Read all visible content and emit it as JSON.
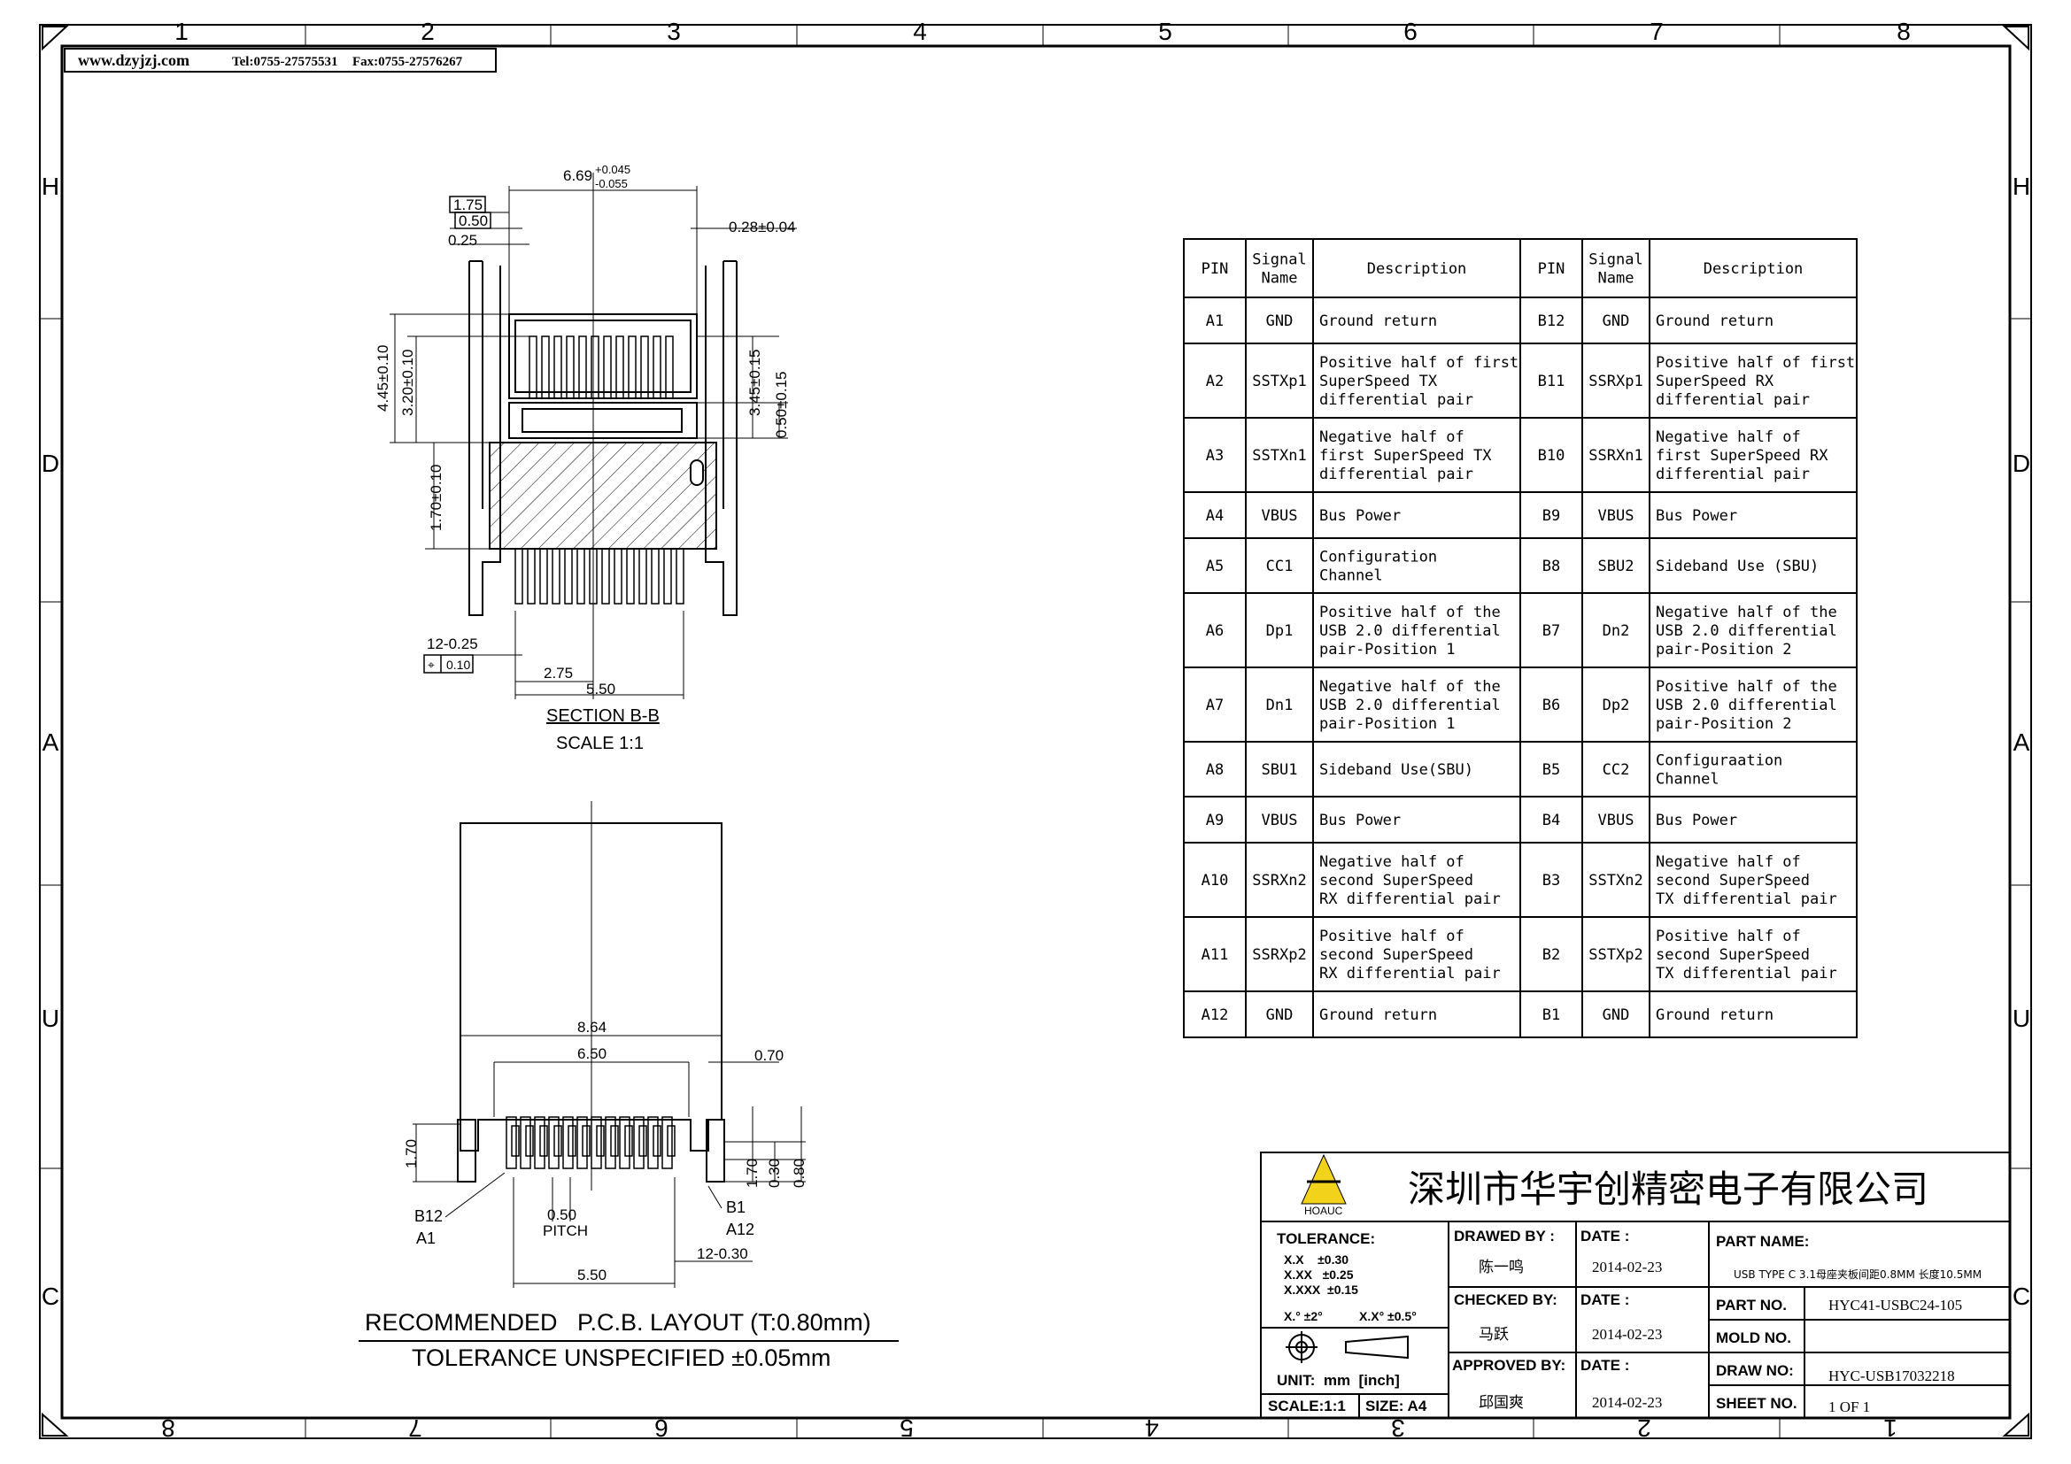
{
  "header": {
    "website": "www.dzyjzj.com",
    "tel": "Tel:0755-27575531",
    "fax": "Fax:0755-27576267"
  },
  "border": {
    "top_numbers": [
      "1",
      "2",
      "3",
      "4",
      "5",
      "6",
      "7",
      "8"
    ],
    "bottom_numbers": [
      "8",
      "7",
      "6",
      "5",
      "4",
      "3",
      "2",
      "1"
    ],
    "left_letters": [
      "H",
      "D",
      "A",
      "U",
      "C"
    ],
    "right_letters": [
      "H",
      "D",
      "A",
      "U",
      "C"
    ]
  },
  "section_view": {
    "dims": {
      "width_top": "6.69",
      "width_top_tol_plus": "+0.045",
      "width_top_tol_minus": "-0.055",
      "d175": "1.75",
      "d050": "0.50",
      "d025": "0.25",
      "d028": "0.28±0.04",
      "d445": "4.45±0.10",
      "d320": "3.20±0.10",
      "d345": "3.45±0.15",
      "d050b": "0.50±0.15",
      "d170": "1.70±0.10",
      "pins": "12-0.25",
      "pos_tol": "0.10",
      "d275": "2.75",
      "d550": "5.50"
    },
    "title": "SECTION B-B",
    "scale": "SCALE 1:1"
  },
  "pcb_layout": {
    "dims": {
      "d864": "8.64",
      "d650": "6.50",
      "d070": "0.70",
      "d170": "1.70",
      "d170b": "1.70",
      "d030": "0.30",
      "d080": "0.80",
      "pitch_val": "0.50",
      "pitch": "PITCH",
      "pins": "12-0.30",
      "d550": "5.50"
    },
    "labels": {
      "b12": "B12",
      "a1": "A1",
      "b1": "B1",
      "a12": "A12"
    },
    "title": "RECOMMENDED   P.C.B. LAYOUT (T:0.80mm)",
    "subtitle": "TOLERANCE UNSPECIFIED ±0.05mm"
  },
  "pin_table": {
    "headers": [
      "PIN",
      "Signal Name",
      "Description",
      "PIN",
      "Signal Name",
      "Description"
    ],
    "rows": [
      [
        "A1",
        "GND",
        "Ground return",
        "B12",
        "GND",
        "Ground return"
      ],
      [
        "A2",
        "SSTXp1",
        "Positive half of first|SuperSpeed TX|differential pair",
        "B11",
        "SSRXp1",
        "Positive half of first|SuperSpeed RX|differential pair"
      ],
      [
        "A3",
        "SSTXn1",
        "Negative half of|first SuperSpeed TX|differential pair",
        "B10",
        "SSRXn1",
        "Negative half of|first SuperSpeed RX|differential pair"
      ],
      [
        "A4",
        "VBUS",
        "Bus Power",
        "B9",
        "VBUS",
        "Bus Power"
      ],
      [
        "A5",
        "CC1",
        "Configuration|Channel",
        "B8",
        "SBU2",
        "Sideband Use (SBU)"
      ],
      [
        "A6",
        "Dp1",
        "Positive half of the|USB 2.0 differential|pair-Position 1",
        "B7",
        "Dn2",
        "Negative half of the|USB 2.0 differential|pair-Position 2"
      ],
      [
        "A7",
        "Dn1",
        "Negative half of the|USB 2.0 differential|pair-Position 1",
        "B6",
        "Dp2",
        "Positive half of the|USB 2.0 differential|pair-Position 2"
      ],
      [
        "A8",
        "SBU1",
        "Sideband Use(SBU)",
        "B5",
        "CC2",
        "Configuraation|Channel"
      ],
      [
        "A9",
        "VBUS",
        "Bus Power",
        "B4",
        "VBUS",
        "Bus Power"
      ],
      [
        "A10",
        "SSRXn2",
        "Negative half of|second SuperSpeed|RX differential pair",
        "B3",
        "SSTXn2",
        "Negative half of|second SuperSpeed|TX differential pair"
      ],
      [
        "A11",
        "SSRXp2",
        "Positive half of|second SuperSpeed|RX differential pair",
        "B2",
        "SSTXp2",
        "Positive half of|second SuperSpeed|TX differential pair"
      ],
      [
        "A12",
        "GND",
        "Ground return",
        "B1",
        "GND",
        "Ground return"
      ]
    ]
  },
  "title_block": {
    "company": "深圳市华宇创精密电子有限公司",
    "logo_text": "HOAUC",
    "tolerance_label": "TOLERANCE:",
    "tol_x": "X.X    ±0.30",
    "tol_xx": "X.XX   ±0.25",
    "tol_xxx": "X.XXX  ±0.15",
    "tol_angle1": "X.° ±2°",
    "tol_angle2": "X.X° ±0.5°",
    "unit": "UNIT:  mm  [inch]",
    "scale": "SCALE:1:1",
    "size": "SIZE: A4",
    "drawed_by_label": "DRAWED BY :",
    "drawed_by": "陈一鸣",
    "checked_by_label": "CHECKED BY:",
    "checked_by": "马跃",
    "approved_by_label": "APPROVED BY:",
    "approved_by": "邱国爽",
    "date_label": "DATE :",
    "date1": "2014-02-23",
    "date2": "2014-02-23",
    "date3": "2014-02-23",
    "part_name_label": "PART NAME:",
    "part_name": "USB TYPE C 3.1母座夹板间距0.8MM 长度10.5MM",
    "part_no_label": "PART NO.",
    "part_no": "HYC41-USBC24-105",
    "mold_no_label": "MOLD NO.",
    "mold_no": "",
    "draw_no_label": "DRAW NO:",
    "draw_no": "HYC-USB17032218",
    "sheet_no_label": "SHEET NO.",
    "sheet_no": "1 OF 1"
  },
  "colors": {
    "line": "#000000",
    "logo_yellow": "#f2d21b",
    "background": "#ffffff"
  }
}
